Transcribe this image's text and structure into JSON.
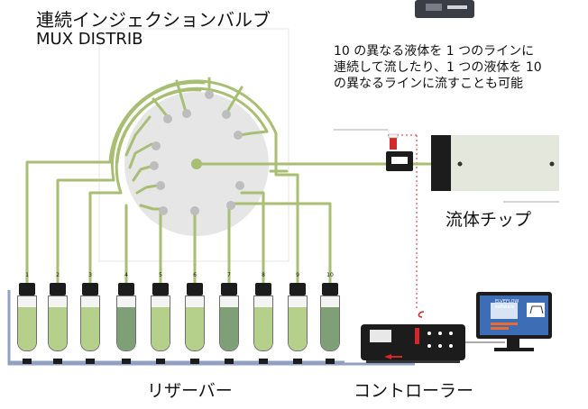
{
  "title_ja": "連続インジェクションバルブ",
  "title_en": "MUX DISTRIB",
  "description_lines": [
    "10 の異なる液体を 1 つのラインに",
    "連続して流したり、1 つの液体を 10",
    "の異なるラインに流すことも可能"
  ],
  "labels": {
    "fluid_chip": "流体チップ",
    "reservoirs": "リザーバー",
    "controller": "コントローラー"
  },
  "reservoir_numbers": [
    "1",
    "2",
    "3",
    "4",
    "5",
    "6",
    "7",
    "8",
    "9",
    "10"
  ],
  "monitor_screen_lines": [
    "ELVEFLOW",
    "software"
  ],
  "colors": {
    "tubing": "#a7be73",
    "liquid_light": "#b4d08a",
    "liquid_dark": "#7f9f76",
    "pressure_line": "#8fa0c0",
    "device_black": "#1c1c1c",
    "valve_plate": "#e6e6e6",
    "chip": "#e3e7dc",
    "arrow_red": "#d2282b"
  }
}
